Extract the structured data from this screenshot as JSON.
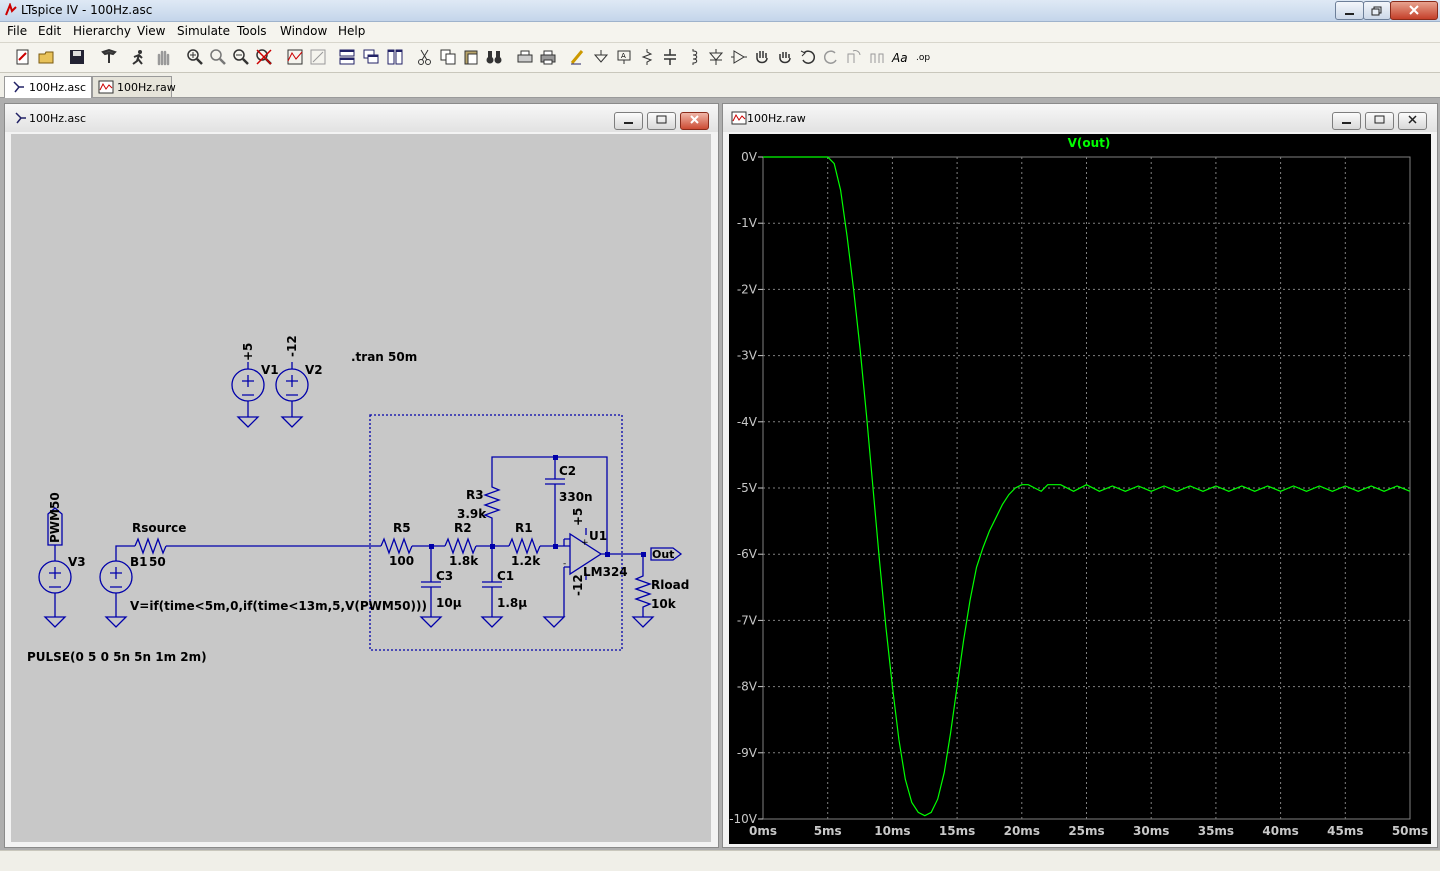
{
  "window": {
    "title": "LTspice IV - 100Hz.asc"
  },
  "menu": [
    "File",
    "Edit",
    "Hierarchy",
    "View",
    "Simulate",
    "Tools",
    "Window",
    "Help"
  ],
  "tabs": [
    {
      "label": "100Hz.asc",
      "icon": "schematic-icon",
      "active": true
    },
    {
      "label": "100Hz.raw",
      "icon": "waveform-icon",
      "active": false
    }
  ],
  "schematic": {
    "title": "100Hz.asc",
    "wire_color": "#0000aa",
    "background": "#c8c8c8",
    "directive": ".tran 50m",
    "v1": {
      "name": "V1",
      "value": "+5"
    },
    "v2": {
      "name": "V2",
      "value": "-12"
    },
    "v3": {
      "name": "V3",
      "value": "PULSE(0 5 0 5n 5n 1m 2m)",
      "net": "PWM50"
    },
    "b1": {
      "name": "B1",
      "value": "V=if(time<5m,0,if(time<13m,5,V(PWM50)))"
    },
    "rsource": {
      "name": "Rsource",
      "value": "50"
    },
    "r5": {
      "name": "R5",
      "value": "100"
    },
    "r2": {
      "name": "R2",
      "value": "1.8k"
    },
    "r1": {
      "name": "R1",
      "value": "1.2k"
    },
    "r3": {
      "name": "R3",
      "value": "3.9k"
    },
    "c3": {
      "name": "C3",
      "value": "10μ"
    },
    "c1": {
      "name": "C1",
      "value": "1.8μ"
    },
    "c2": {
      "name": "C2",
      "value": "330n"
    },
    "u1": {
      "name": "U1",
      "value": "LM324",
      "vplus": "+5",
      "vminus": "-12",
      "plus": "+",
      "minus": "-"
    },
    "rload": {
      "name": "Rload",
      "value": "10k"
    },
    "out_label": "Out"
  },
  "waveform": {
    "title": "100Hz.raw",
    "background": "#000000",
    "trace_color": "#00ff00",
    "grid_color": "#808080",
    "chart_data": {
      "type": "line",
      "title": "V(out)",
      "xlim": [
        0,
        50
      ],
      "ylim": [
        -10,
        0
      ],
      "x_ticks": [
        "0ms",
        "5ms",
        "10ms",
        "15ms",
        "20ms",
        "25ms",
        "30ms",
        "35ms",
        "40ms",
        "45ms",
        "50ms"
      ],
      "y_ticks": [
        "0V",
        "-1V",
        "-2V",
        "-3V",
        "-4V",
        "-5V",
        "-6V",
        "-7V",
        "-8V",
        "-9V",
        "-10V"
      ],
      "grid": true,
      "series": [
        {
          "name": "V(out)",
          "x": [
            0,
            5,
            5.5,
            6,
            6.5,
            7,
            7.5,
            8,
            8.5,
            9,
            9.5,
            10,
            10.5,
            11,
            11.5,
            12,
            12.5,
            13,
            13.5,
            14,
            14.5,
            15,
            15.5,
            16,
            16.5,
            17,
            17.5,
            18,
            18.5,
            19,
            19.5,
            20,
            20.5,
            21,
            21.5,
            22,
            23,
            24,
            25,
            26,
            27,
            28,
            29,
            30,
            31,
            32,
            33,
            34,
            35,
            36,
            37,
            38,
            39,
            40,
            41,
            42,
            43,
            44,
            45,
            46,
            47,
            48,
            49,
            50
          ],
          "y": [
            0,
            0,
            -0.1,
            -0.5,
            -1.2,
            -2.0,
            -2.9,
            -3.9,
            -5.0,
            -6.1,
            -7.1,
            -8.0,
            -8.8,
            -9.4,
            -9.75,
            -9.9,
            -9.95,
            -9.9,
            -9.7,
            -9.3,
            -8.7,
            -8.0,
            -7.3,
            -6.7,
            -6.2,
            -5.9,
            -5.65,
            -5.45,
            -5.25,
            -5.1,
            -5.0,
            -4.95,
            -4.95,
            -5.0,
            -5.05,
            -4.95,
            -4.95,
            -5.05,
            -4.95,
            -5.05,
            -4.97,
            -5.05,
            -4.97,
            -5.05,
            -4.97,
            -5.05,
            -4.97,
            -5.05,
            -4.97,
            -5.05,
            -4.97,
            -5.05,
            -4.97,
            -5.05,
            -4.97,
            -5.05,
            -4.97,
            -5.05,
            -4.97,
            -5.05,
            -4.97,
            -5.05,
            -4.97,
            -5.05
          ]
        }
      ]
    }
  }
}
